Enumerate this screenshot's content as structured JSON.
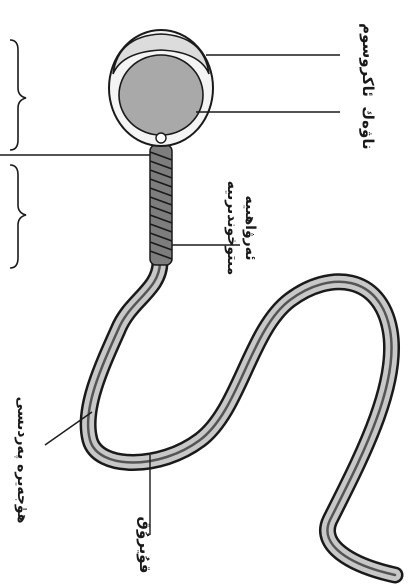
{
  "labels": {
    "acrosome": "ئاكروسوم",
    "nucleus": "ناۋەك",
    "mitochondria_line1": "مىتوخوندىرىيە",
    "mitochondria_line2": "ئەرۋاھىيە",
    "plasma_membrane": "ھۈجەيرە پەردىسى",
    "tail": "قۇيرۇق"
  },
  "colors": {
    "ink": "#1a1a1a",
    "nucleus_fill": "#a9a9a9",
    "midpiece_fill": "#7d7d7d",
    "tail_fill": "#c8c8c8",
    "background": "#ffffff"
  }
}
